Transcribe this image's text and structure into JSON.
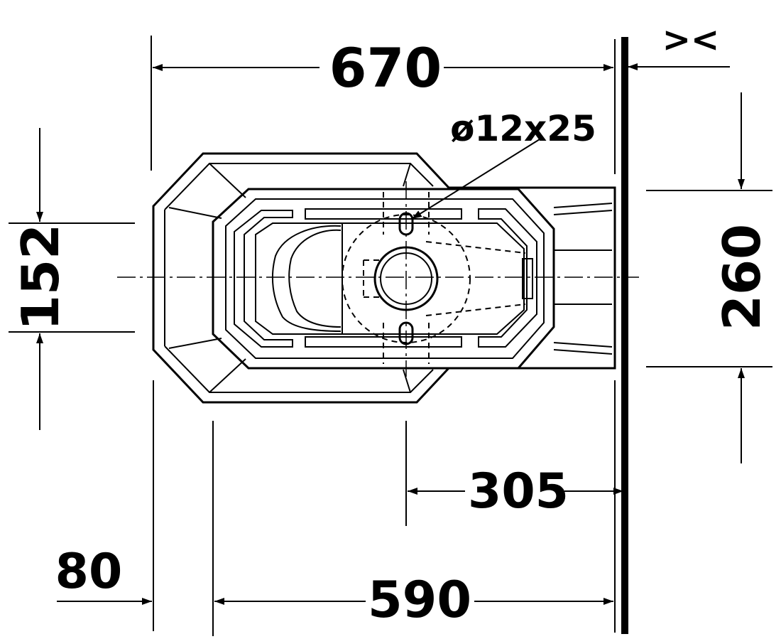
{
  "dimensions": {
    "overall_length": "670",
    "wall_gap_symbol": "><",
    "hole_spec": "ø12x25",
    "width_left": "152",
    "width_right": "260",
    "center_to_wall": "305",
    "front_offset": "80",
    "bowl_length": "590"
  }
}
